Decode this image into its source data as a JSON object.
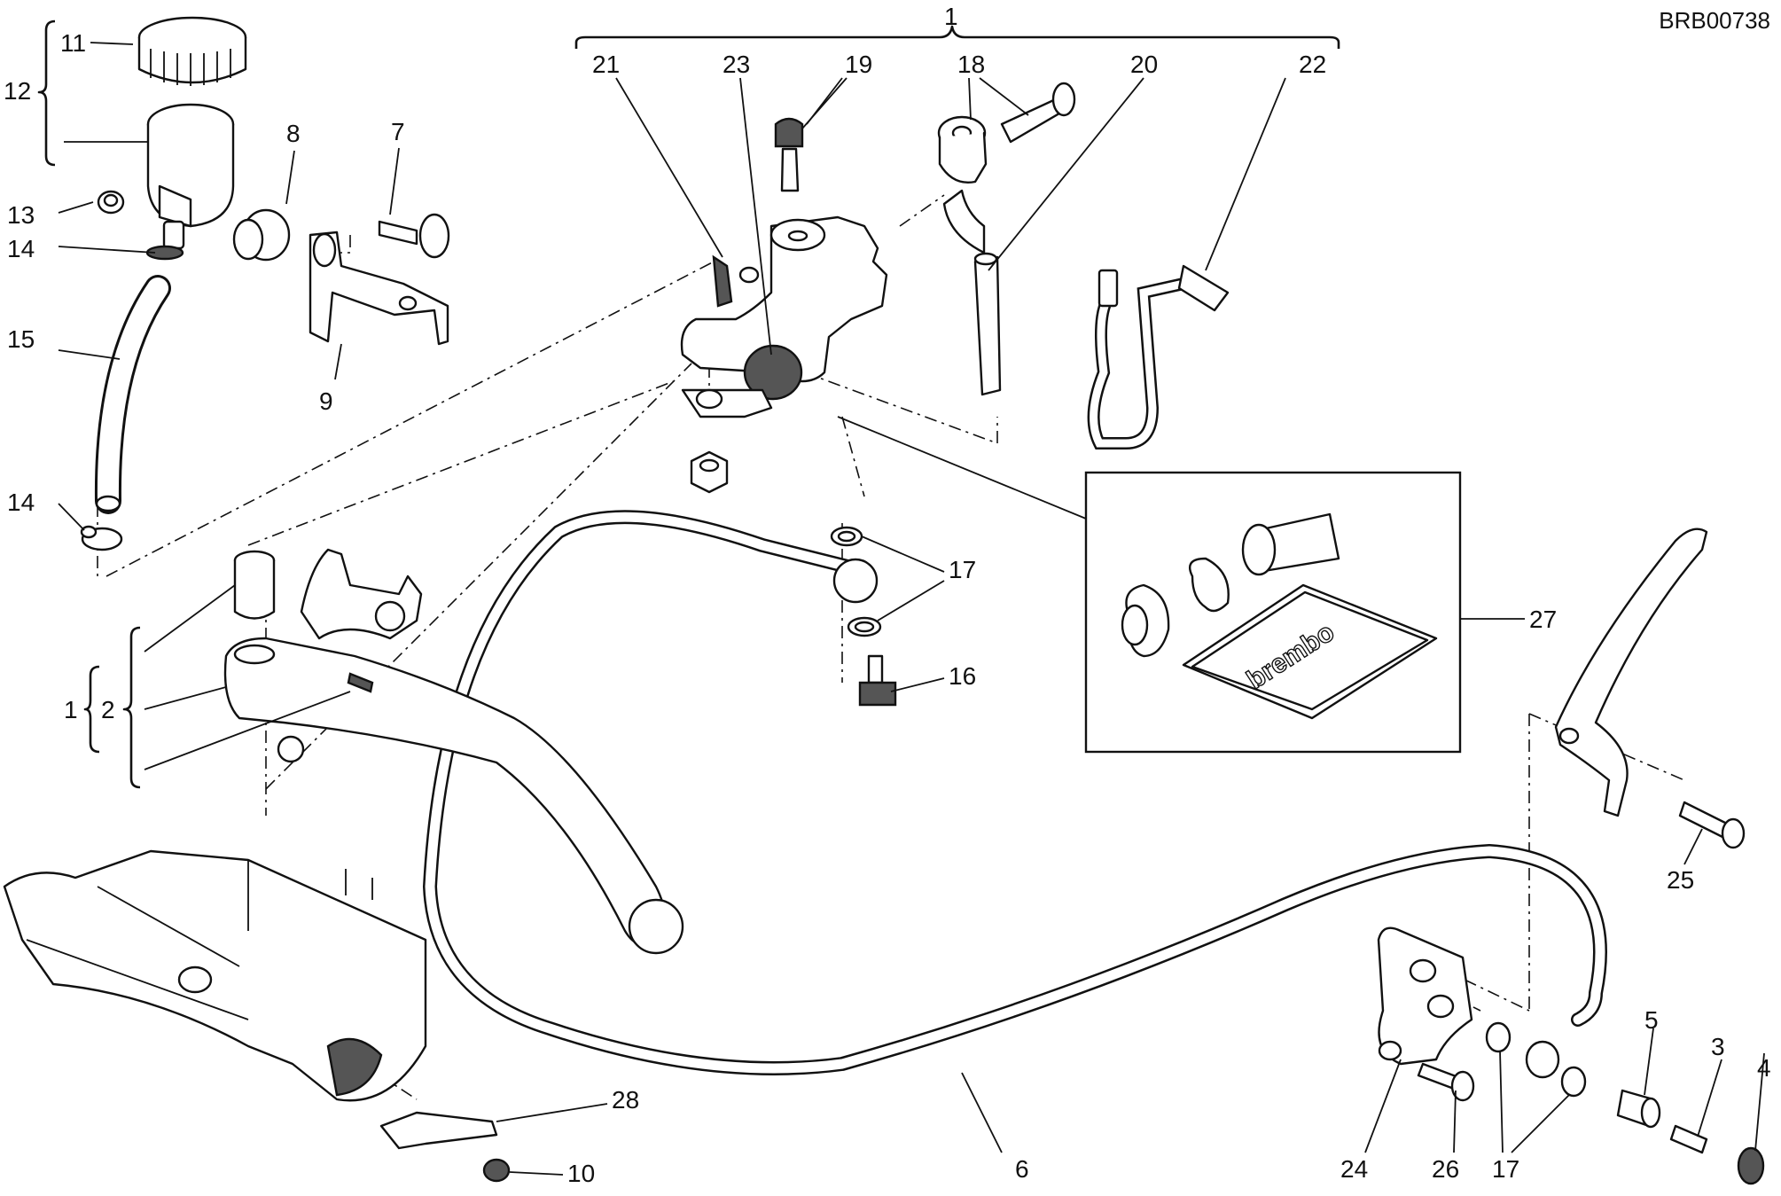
{
  "drawing_code": "BRB00738",
  "kit_brand": "brembo",
  "callouts": {
    "c1_top": "1",
    "c21": "21",
    "c23": "23",
    "c19": "19",
    "c18": "18",
    "c20": "20",
    "c22": "22",
    "c11": "11",
    "c12": "12",
    "c8": "8",
    "c7": "7",
    "c13": "13",
    "c14a": "14",
    "c15": "15",
    "c9": "9",
    "c14b": "14",
    "c17a": "17",
    "c16": "16",
    "c27": "27",
    "c1_left": "1",
    "c2": "2",
    "c25": "25",
    "c5": "5",
    "c3": "3",
    "c4": "4",
    "c28": "28",
    "c10": "10",
    "c6": "6",
    "c24": "24",
    "c26": "26",
    "c17b": "17"
  }
}
